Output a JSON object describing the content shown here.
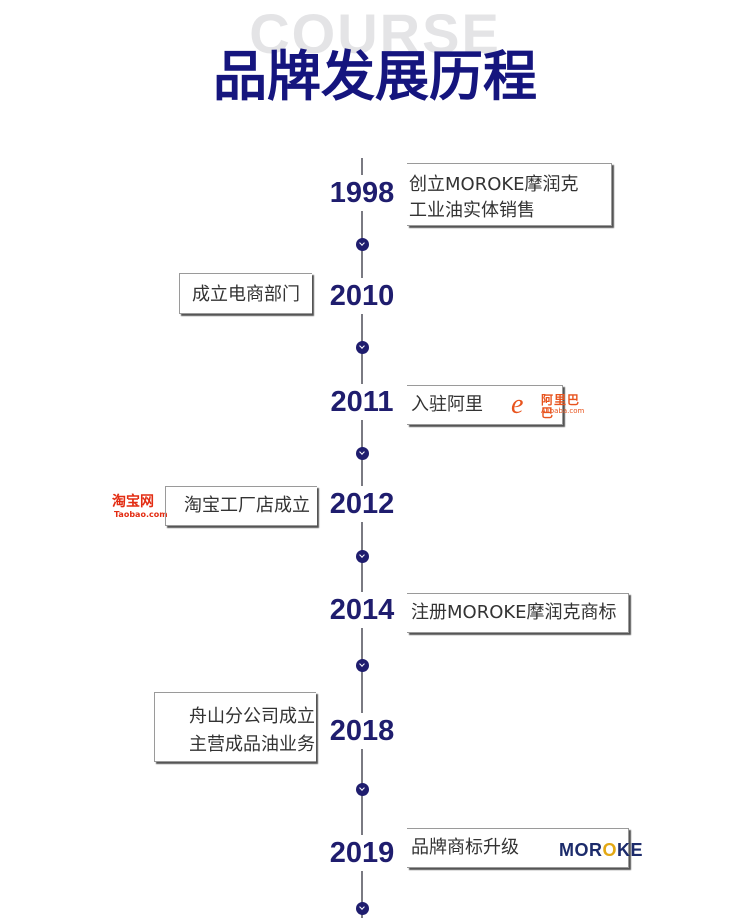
{
  "header": {
    "watermark": "COURSE",
    "title": "品牌发展历程"
  },
  "timeline": [
    {
      "year": "1998",
      "lines": [
        "创立MOROKE摩润克",
        "工业油实体销售"
      ]
    },
    {
      "year": "2010",
      "lines": [
        "成立电商部门"
      ]
    },
    {
      "year": "2011",
      "lines": [
        "入驻阿里"
      ],
      "logo": {
        "cn": "阿里巴巴",
        "en": "Alibaba.com"
      }
    },
    {
      "year": "2012",
      "lines": [
        "淘宝工厂店成立"
      ],
      "logo": {
        "cn": "淘宝网",
        "en": "Taobao.com"
      }
    },
    {
      "year": "2014",
      "lines": [
        "注册MOROKE摩润克商标"
      ]
    },
    {
      "year": "2018",
      "lines": [
        "舟山分公司成立",
        "主营成品油业务"
      ]
    },
    {
      "year": "2019",
      "lines": [
        "品牌商标升级"
      ],
      "logo": {
        "pre": "MOR",
        "mid": "O",
        "post": "KE"
      }
    }
  ],
  "colors": {
    "title": "#15157e",
    "year": "#1f1d6e",
    "watermark": "#e4e4e6",
    "brand_orange": "#e8541e",
    "taobao_red": "#e32d13",
    "moroke_navy": "#1c2b6b",
    "moroke_gold": "#e3a814"
  },
  "icons": {
    "timeline_dot": "chevron-down-icon"
  }
}
